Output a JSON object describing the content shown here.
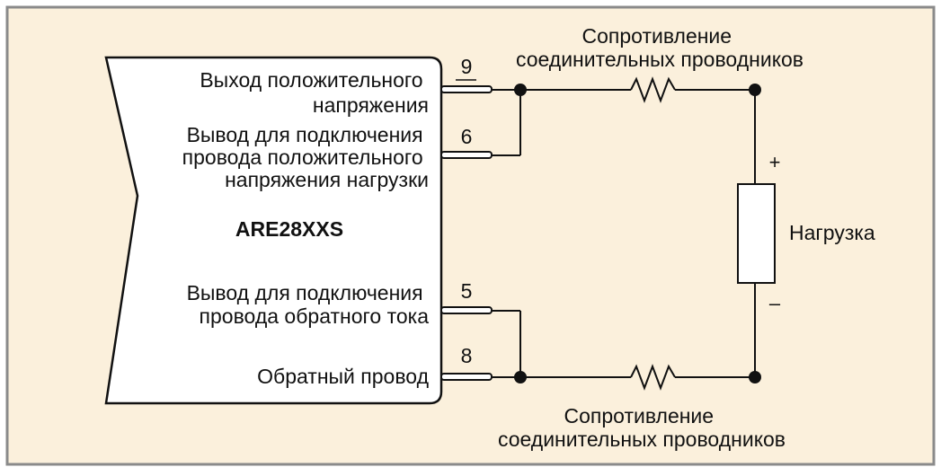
{
  "colors": {
    "background": "#fbf0dc",
    "border": "#8a8a8a",
    "line": "#111111",
    "body_fill": "#ffffff"
  },
  "module": {
    "name": "ARE28XXS",
    "pins": [
      {
        "number": "9",
        "label_lines": [
          "Выход положительного",
          "напряжения"
        ]
      },
      {
        "number": "6",
        "label_lines": [
          "Вывод для подключения",
          "провода положительного",
          "напряжения нагрузки"
        ]
      },
      {
        "number": "5",
        "label_lines": [
          "Вывод для подключения",
          "провода обратного тока"
        ]
      },
      {
        "number": "8",
        "label_lines": [
          "Обратный провод"
        ]
      }
    ]
  },
  "wire_resistance_top": {
    "label_lines": [
      "Сопротивление",
      "соединительных проводников"
    ]
  },
  "wire_resistance_bottom": {
    "label_lines": [
      "Сопротивление",
      "соединительных проводников"
    ]
  },
  "load": {
    "label": "Нагрузка",
    "plus": "+",
    "minus": "–"
  }
}
